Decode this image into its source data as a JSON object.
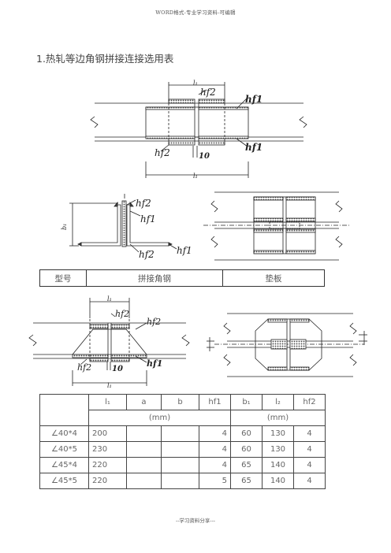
{
  "header": "WORD格式-专业学习资料-可编辑",
  "title": "1.热轧等边角钢拼接连接选用表",
  "labels": {
    "l1": "l₁",
    "hf1": "hf1",
    "hf2": "hf2",
    "ten": "10",
    "b1": "b₁"
  },
  "band": {
    "col1": "型号",
    "col2": "拼接角钢",
    "col3": "垫板"
  },
  "table": {
    "headers": [
      "l₁",
      "a",
      "b",
      "hf1",
      "b₁",
      "l₂",
      "hf2"
    ],
    "unit1": "(mm)",
    "unit2": "(mm)",
    "rows": [
      {
        "type": "∠40*4",
        "l1": "200",
        "a": "",
        "b": "",
        "hf1": "4",
        "b1": "60",
        "l2": "130",
        "hf2": "4"
      },
      {
        "type": "∠40*5",
        "l1": "230",
        "a": "",
        "b": "",
        "hf1": "4",
        "b1": "60",
        "l2": "130",
        "hf2": "4"
      },
      {
        "type": "∠45*4",
        "l1": "220",
        "a": "",
        "b": "",
        "hf1": "4",
        "b1": "65",
        "l2": "140",
        "hf2": "4"
      },
      {
        "type": "∠45*5",
        "l1": "220",
        "a": "",
        "b": "",
        "hf1": "5",
        "b1": "65",
        "l2": "140",
        "hf2": "4"
      }
    ]
  },
  "footer": "--学习资料分享---"
}
